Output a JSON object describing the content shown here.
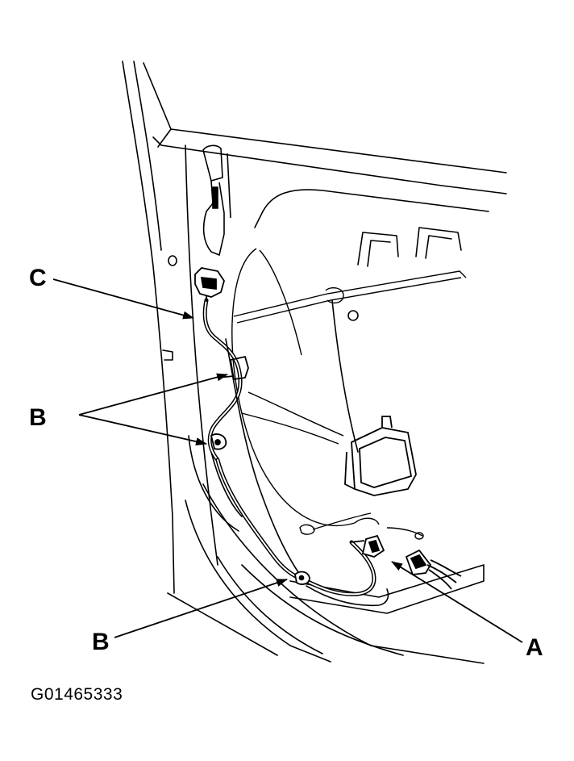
{
  "callouts": {
    "c": "C",
    "b_upper": "B",
    "b_lower": "B",
    "a": "A"
  },
  "figure_id": "G01465333",
  "colors": {
    "line": "#000000",
    "background": "#ffffff"
  }
}
